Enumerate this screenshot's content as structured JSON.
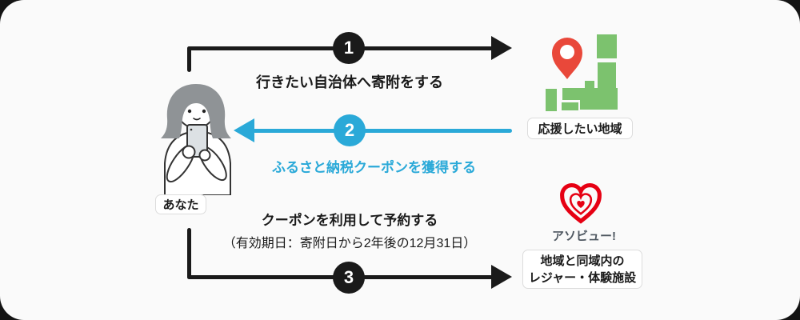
{
  "canvas": {
    "card_bg": "#FAFAFA",
    "outside_bg": "#141414"
  },
  "colors": {
    "arrow_black": "#1A1A1A",
    "arrow_blue": "#2AA9D8",
    "map_green": "#7CC26E",
    "pin_red": "#E9483A",
    "heart_red": "#E60013",
    "tag_border": "#DCDCDC",
    "brand_text": "#4E5760"
  },
  "icons": {
    "person": "woman-with-phone-illustration",
    "map": "japan-map-icon",
    "pin": "location-pin-icon",
    "heart": "asoview-heart-logo"
  },
  "actors": {
    "you": {
      "label": "あなた"
    },
    "region": {
      "label": "応援したい地域"
    },
    "asoview": {
      "brand": "アソビュー!",
      "label_line1": "地域と同域内の",
      "label_line2": "レジャー・体験施設"
    }
  },
  "steps": [
    {
      "number": "1",
      "direction": "right",
      "text": "行きたい自治体へ寄附をする"
    },
    {
      "number": "2",
      "direction": "left",
      "text": "ふるさと納税クーポンを獲得する"
    },
    {
      "number": "3",
      "direction": "right",
      "text": "クーポンを利用して予約する",
      "note": "（有効期日：寄附日から2年後の12月31日）"
    }
  ]
}
